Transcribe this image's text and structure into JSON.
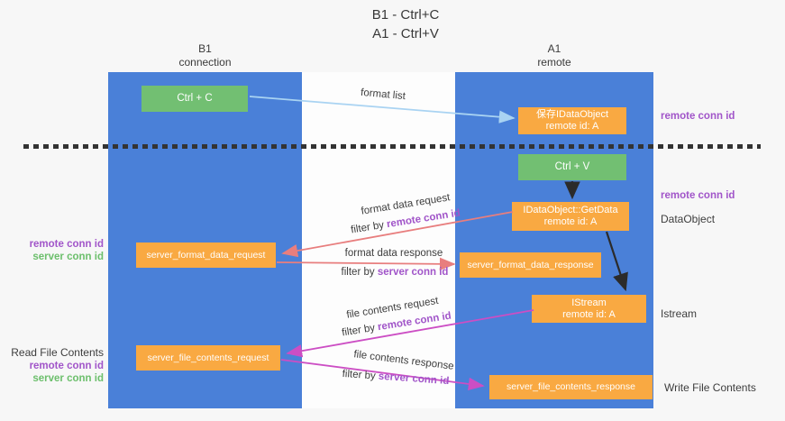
{
  "title": {
    "line1": "B1 - Ctrl+C",
    "line2": "A1 - Ctrl+V"
  },
  "lanes": {
    "b1": {
      "name": "B1",
      "subtitle": "connection"
    },
    "a1": {
      "name": "A1",
      "subtitle": "remote"
    }
  },
  "common": {
    "remote_id": "remote id: A",
    "remote_conn_id": "remote conn id",
    "server_conn_id": "server conn id",
    "filter_by": "filter by "
  },
  "nodes": {
    "ctrl_c": "Ctrl + C",
    "ctrl_v": "Ctrl + V",
    "save_dataobject": "保存IDataObject",
    "getdata": "IDataObject::GetData",
    "istream": "IStream",
    "format_request": "server_format_data_request",
    "format_response": "server_format_data_response",
    "file_request": "server_file_contents_request",
    "file_response": "server_file_contents_response"
  },
  "edges": {
    "format_list": "format list",
    "format_data_request": "format data request",
    "format_data_response": "format data response",
    "file_contents_request": "file contents request",
    "file_contents_response": "file contents response"
  },
  "side": {
    "dataobject": "DataObject",
    "istream": "Istream",
    "read_file_contents": "Read File Contents",
    "write_file_contents": "Write File Contents"
  },
  "colors": {
    "lane_blue": "#4a80d8",
    "box_orange": "#f9a942",
    "box_green": "#72bf72",
    "arrow_light_blue": "#a9d3f2",
    "arrow_red": "#e87e7e",
    "arrow_magenta": "#cc4ec4",
    "arrow_black": "#2b2b2b",
    "text_purple": "#a155c9",
    "text_green": "#6cbf6c",
    "dashed_line": "#333333"
  }
}
